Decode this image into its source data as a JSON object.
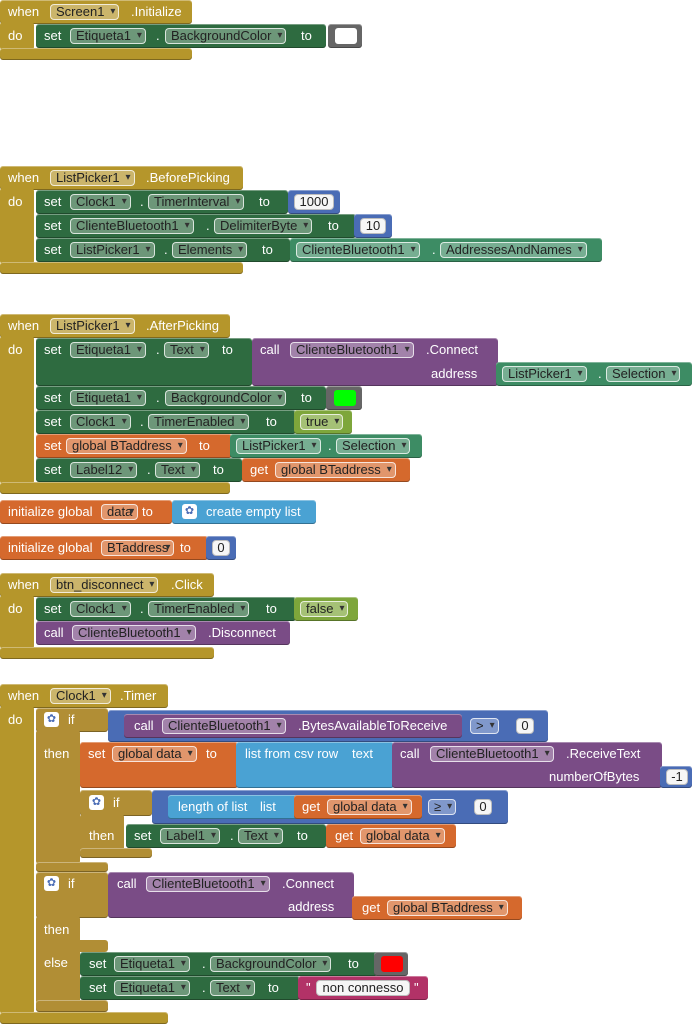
{
  "kw": {
    "when": "when",
    "do": "do",
    "set": "set",
    "to": "to",
    "call": "call",
    "address": "address",
    "get": "get",
    "if": "if",
    "then": "then",
    "else": "else",
    "initialize_global": "initialize global",
    "create_empty_list": "create empty list",
    "list_from_csv_row": "list from csv row",
    "text": "text",
    "length_of_list": "length of list",
    "list": "list",
    "number_of_bytes": "numberOfBytes"
  },
  "components": {
    "screen1": "Screen1",
    "etiqueta1": "Etiqueta1",
    "clock1": "Clock1",
    "cliente_bt": "ClienteBluetooth1",
    "listpicker1": "ListPicker1",
    "label12": "Label12",
    "label1": "Label1",
    "btn_disconnect": "btn_disconnect"
  },
  "events": {
    "initialize": ".Initialize",
    "before_picking": ".BeforePicking",
    "after_picking": ".AfterPicking",
    "click": ".Click",
    "timer": ".Timer"
  },
  "props": {
    "background_color": "BackgroundColor",
    "timer_interval": "TimerInterval",
    "delimiter_byte": "DelimiterByte",
    "elements": "Elements",
    "addresses_and_names": "AddressesAndNames",
    "text": "Text",
    "timer_enabled": "TimerEnabled",
    "selection": "Selection"
  },
  "methods": {
    "connect": ".Connect",
    "disconnect": ".Disconnect",
    "bytes_available": ".BytesAvailableToReceive",
    "receive_text": ".ReceiveText"
  },
  "vars": {
    "global_btaddress": "global BTaddress",
    "global_data": "global data",
    "data": "data",
    "btaddress": "BTaddress"
  },
  "values": {
    "n1000": "1000",
    "n10": "10",
    "n0": "0",
    "n_minus1": "-1",
    "true": "true",
    "false": "false",
    "gt": ">",
    "gte": "≥",
    "quote": "\"",
    "non_connesso": "non connesso"
  },
  "colors": {
    "white": "#ffffff",
    "green": "#00ff00",
    "red": "#ff0000"
  }
}
